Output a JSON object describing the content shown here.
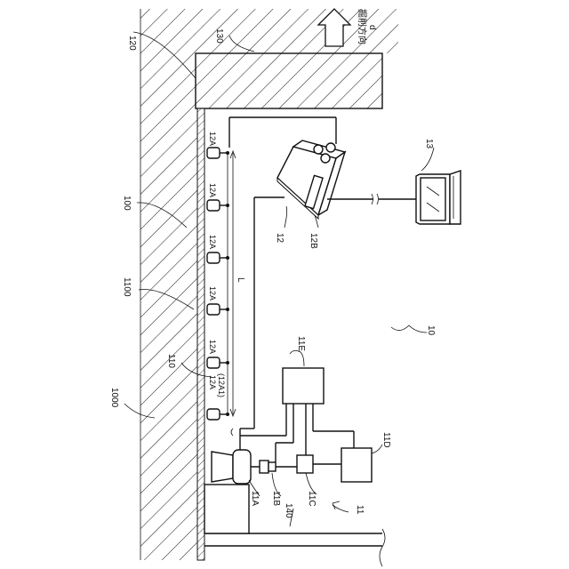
{
  "labels": {
    "ref_10": "10",
    "ref_11": "11",
    "ref_11A": "11A",
    "ref_11B": "11B",
    "ref_11C": "11C",
    "ref_11D": "11D",
    "ref_11E": "11E",
    "ref_12": "12",
    "ref_12B": "12B",
    "ref_13": "13",
    "ref_12A": "12A",
    "ref_12A1": "(12A1)",
    "ref_L": "L",
    "ref_100": "100",
    "ref_110": "110",
    "ref_120": "120",
    "ref_130": "130",
    "ref_140": "140",
    "ref_1000": "1000",
    "ref_1100": "1100",
    "direction_text": "掘削方向",
    "direction_d": "d"
  }
}
